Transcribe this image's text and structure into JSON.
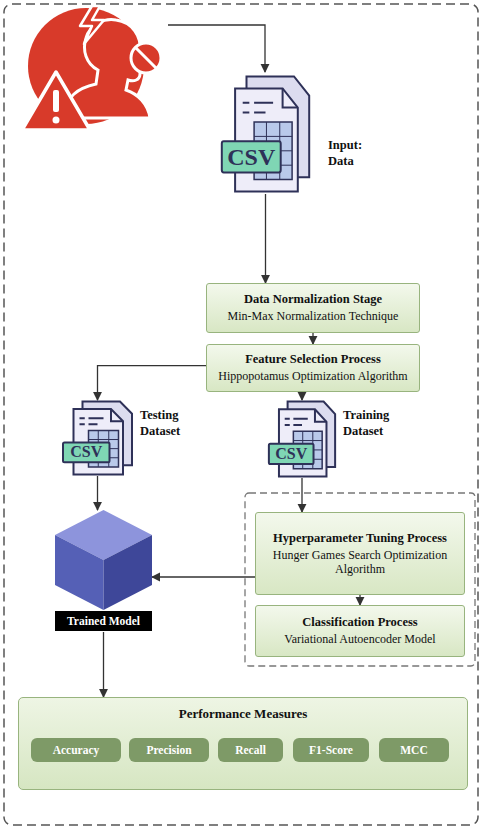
{
  "diagram": {
    "nodes": [
      {
        "text": [
          "CSV",
          "Input: Data"
        ]
      },
      {
        "text": [
          "Data Normalization Stage",
          "Min-Max Normalization Technique"
        ]
      },
      {
        "text": [
          "Feature Selection Process",
          "Hippopotamus Optimization Algorithm"
        ]
      },
      {
        "text": [
          "CSV",
          "Testing Dataset"
        ]
      },
      {
        "text": [
          "CSV",
          "Training Dataset"
        ]
      },
      {
        "text": [
          "Hyperparameter Tuning Process",
          "Hunger Games Search Optimization Algorithm"
        ]
      },
      {
        "text": [
          "Classification Process",
          "Variational Autoencoder Model"
        ]
      },
      {
        "text": [
          "Trained Model"
        ]
      },
      {
        "text": [
          "Performance Measures"
        ]
      },
      {
        "text": [
          "Accuracy"
        ],
        "in": 8
      },
      {
        "text": [
          "Precision"
        ],
        "in": 8
      },
      {
        "text": [
          "Recall"
        ],
        "in": 8
      },
      {
        "text": [
          "F1-Score"
        ],
        "in": 8
      },
      {
        "text": [
          "MCC"
        ],
        "in": 8
      }
    ],
    "edges": [
      {
        "from": 0,
        "to": 1,
        "arrow": "to"
      },
      {
        "from": 1,
        "to": 2,
        "arrow": "to"
      },
      {
        "from": 2,
        "to": 3,
        "arrow": "to"
      },
      {
        "from": 2,
        "to": 4,
        "arrow": "to"
      },
      {
        "from": 4,
        "to": 5,
        "arrow": "to"
      },
      {
        "from": 5,
        "to": 6,
        "arrow": "to"
      },
      {
        "from": 3,
        "to": 7,
        "arrow": "to"
      },
      {
        "from": 5,
        "to": 7,
        "arrow": "to"
      },
      {
        "from": 7,
        "to": 8,
        "arrow": "to"
      }
    ]
  }
}
